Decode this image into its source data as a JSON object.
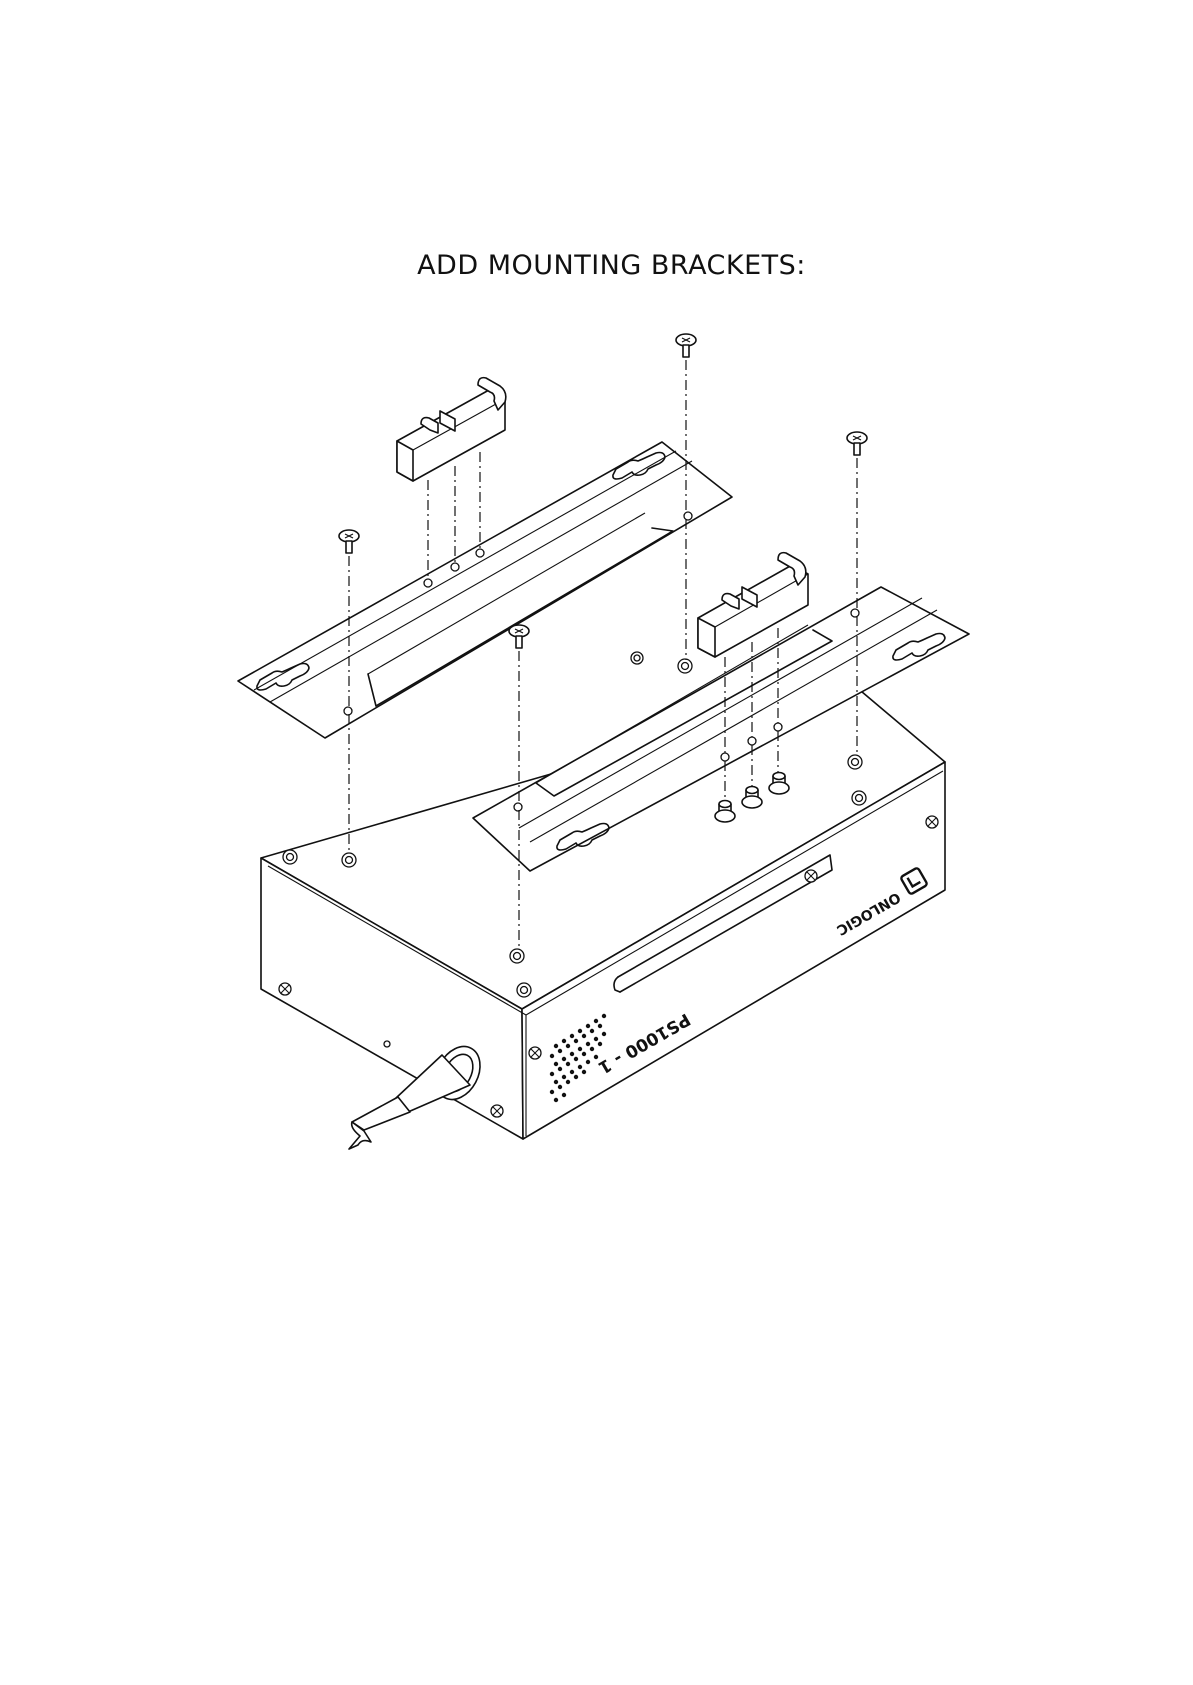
{
  "title": "ADD MOUNTING BRACKETS:",
  "device": {
    "brand_label": "ONLOGIC",
    "model_label": "PS1000 - 1",
    "brand_icon": "onlogic-logo-icon"
  },
  "parts": {
    "screw_icon": "screw-icon",
    "clip_icon": "cable-clip-icon",
    "bracket_icon": "mounting-bracket-icon"
  }
}
